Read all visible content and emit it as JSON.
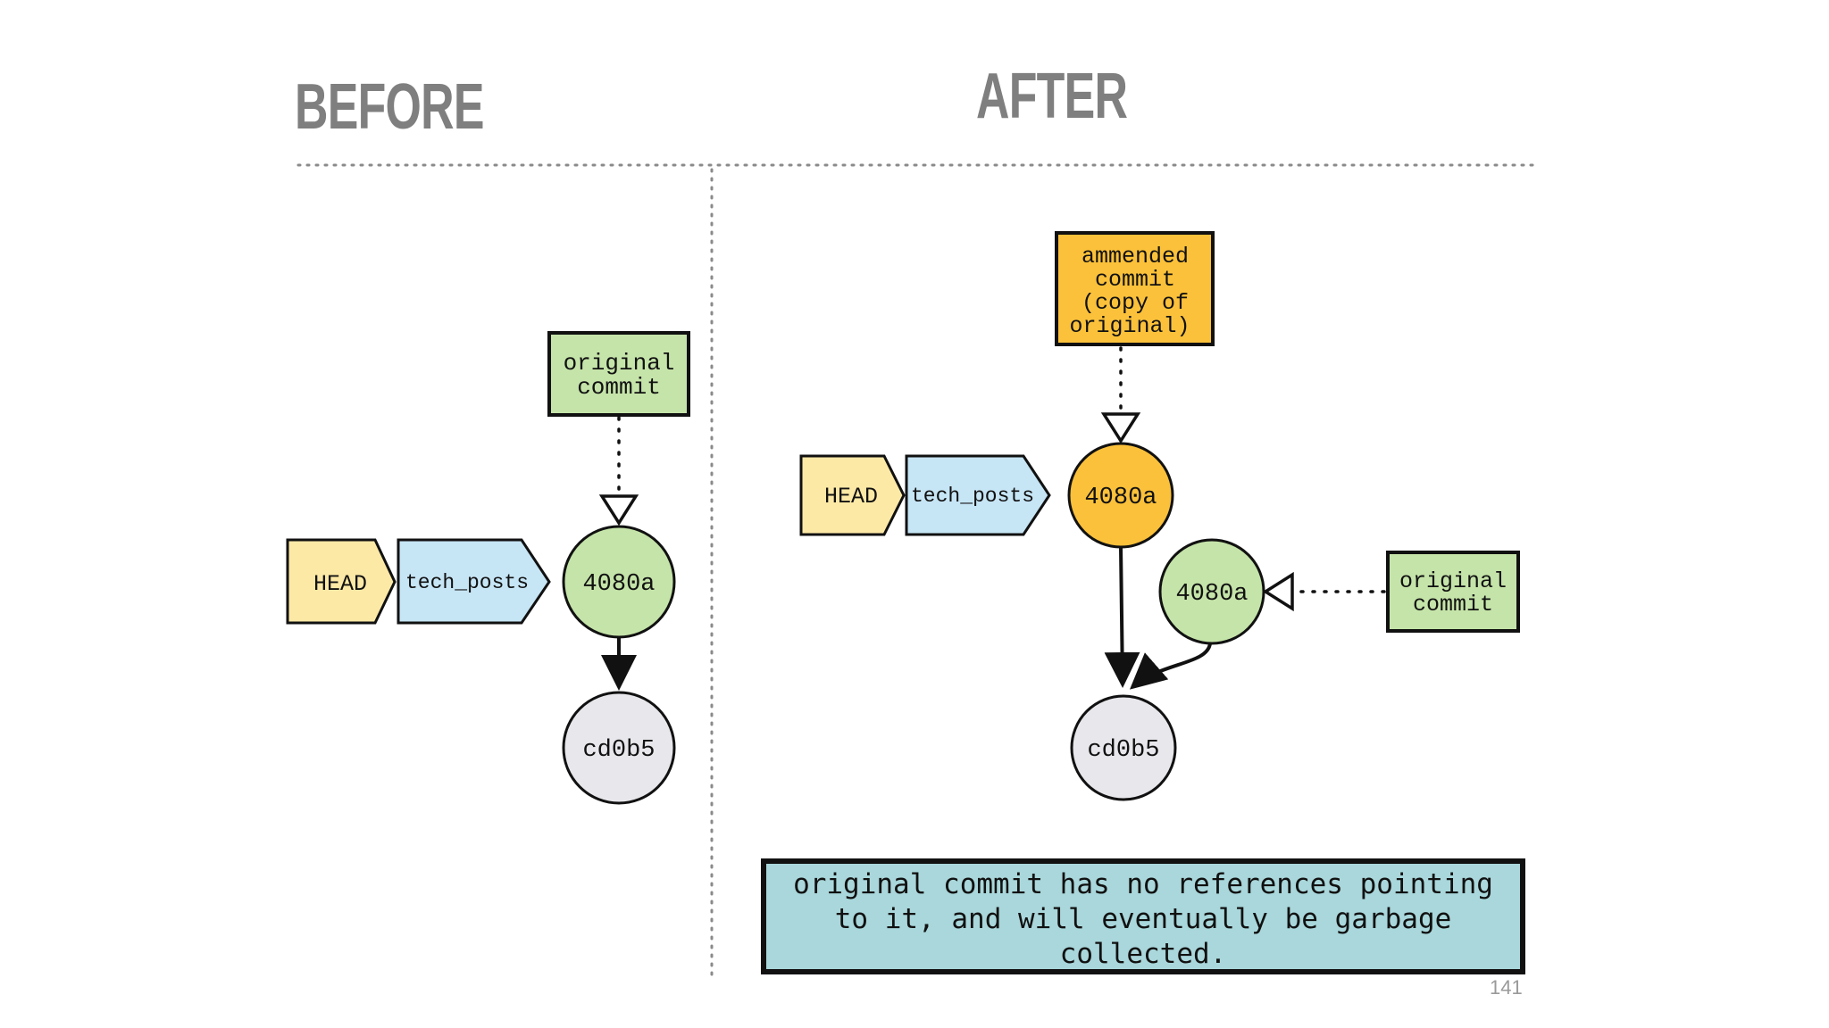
{
  "headings": {
    "before": "BEFORE",
    "after": "AFTER"
  },
  "before": {
    "head_label": "HEAD",
    "branch_label": "tech_posts",
    "commit_top": "4080a",
    "commit_bottom": "cd0b5",
    "tag_line1": "original",
    "tag_line2": "commit"
  },
  "after": {
    "head_label": "HEAD",
    "branch_label": "tech_posts",
    "new_commit": "4080a",
    "old_commit": "4080a",
    "parent_commit": "cd0b5",
    "amended_line1": "ammended",
    "amended_line2": "commit",
    "amended_line3": "(copy of",
    "amended_line4": "original)",
    "original_line1": "original",
    "original_line2": "commit"
  },
  "note": {
    "text": "original commit has no references pointing\nto it, and will eventually be garbage\ncollected.",
    "background": "#a9d7db"
  },
  "page_number": "141",
  "colors": {
    "head": "#fde9a6",
    "branch": "#c6e5f5",
    "green_commit": "#c5e4a9",
    "gray_commit": "#e8e7ec",
    "orange_commit": "#fbc13a",
    "note_bg": "#a9d7db"
  }
}
